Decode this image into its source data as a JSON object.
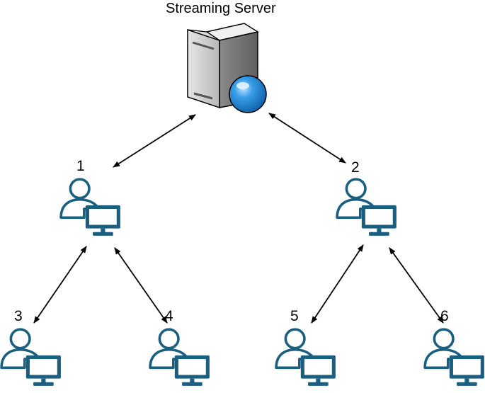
{
  "server": {
    "label": "Streaming Server",
    "icon": "server-with-globe-icon"
  },
  "clients": [
    {
      "label": "1",
      "icon": "user-computer-icon"
    },
    {
      "label": "2",
      "icon": "user-computer-icon"
    },
    {
      "label": "3",
      "icon": "user-computer-icon"
    },
    {
      "label": "4",
      "icon": "user-computer-icon"
    },
    {
      "label": "5",
      "icon": "user-computer-icon"
    },
    {
      "label": "6",
      "icon": "user-computer-icon"
    }
  ],
  "edges": [
    {
      "from": "Streaming Server",
      "to": "1",
      "direction": "bidirectional"
    },
    {
      "from": "Streaming Server",
      "to": "2",
      "direction": "bidirectional"
    },
    {
      "from": "1",
      "to": "3",
      "direction": "bidirectional"
    },
    {
      "from": "1",
      "to": "4",
      "direction": "bidirectional"
    },
    {
      "from": "2",
      "to": "5",
      "direction": "bidirectional"
    },
    {
      "from": "2",
      "to": "6",
      "direction": "bidirectional"
    }
  ],
  "colors": {
    "user_icon": "#1a5f80",
    "globe": "#2a8fd8",
    "server_body": "#c9c9c9",
    "arrow": "#000000"
  }
}
